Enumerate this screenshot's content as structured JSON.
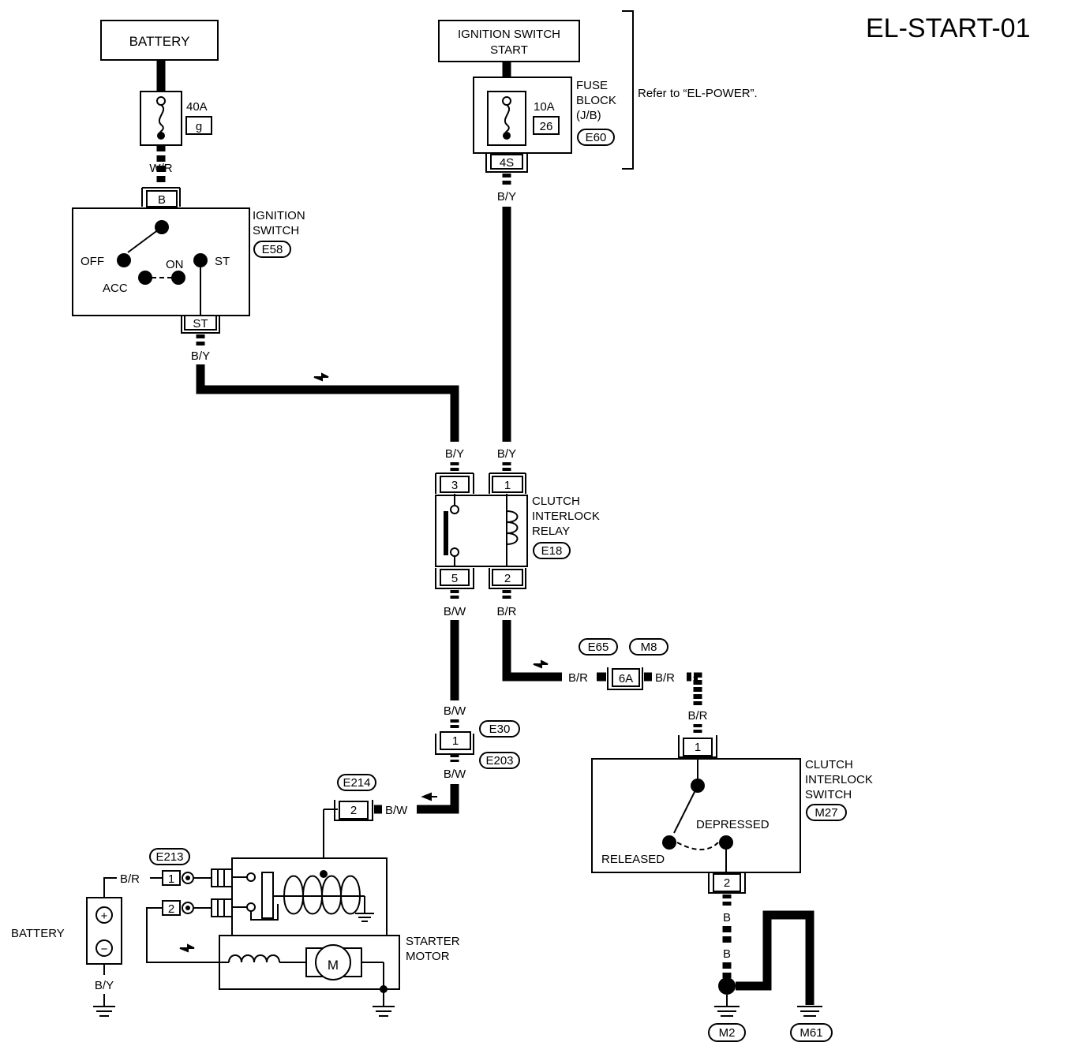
{
  "title": "EL-START-01",
  "components": {
    "battery_top": "BATTERY",
    "fuse_40a_rating": "40A",
    "fuse_40a_number": "g",
    "ign_switch_start": [
      "IGNITION SWITCH",
      "START"
    ],
    "fuse_block_label": [
      "FUSE",
      "BLOCK",
      "(J/B)"
    ],
    "fuse_10a_rating": "10A",
    "fuse_10a_number": "26",
    "fuse_block_connector": "E60",
    "fuse_block_pin": "4S",
    "refer_note": "Refer to “EL-POWER”.",
    "ignition_switch_label": [
      "IGNITION",
      "SWITCH"
    ],
    "ignition_switch_connector": "E58",
    "ignition_switch_pin_b": "B",
    "ignition_switch_pin_st": "ST",
    "ignition_positions": {
      "off": "OFF",
      "acc": "ACC",
      "on": "ON",
      "st": "ST"
    },
    "relay_label": [
      "CLUTCH",
      "INTERLOCK",
      "RELAY"
    ],
    "relay_connector": "E18",
    "relay_pins": {
      "p1": "1",
      "p2": "2",
      "p3": "3",
      "p5": "5"
    },
    "connector_e65": "E65",
    "connector_m8": "M8",
    "joint_6a": "6A",
    "connector_e30": "E30",
    "connector_e203": "E203",
    "joint_1": "1",
    "connector_e214": "E214",
    "starter_pin_2": "2",
    "connector_e213": "E213",
    "e213_pin_1": "1",
    "e213_pin_2": "2",
    "battery_bottom": "BATTERY",
    "battery_plus": "+",
    "battery_minus": "−",
    "starter_label": [
      "STARTER",
      "MOTOR"
    ],
    "motor_symbol": "M",
    "clutch_switch_label": [
      "CLUTCH",
      "INTERLOCK",
      "SWITCH"
    ],
    "clutch_switch_connector": "M27",
    "clutch_switch_pin_1": "1",
    "clutch_switch_pin_2": "2",
    "clutch_switch_depressed": "DEPRESSED",
    "clutch_switch_released": "RELEASED",
    "ground_m2": "M2",
    "ground_m61": "M61"
  },
  "wires": {
    "w_r": "W/R",
    "b_y": "B/Y",
    "b_w": "B/W",
    "b_r": "B/R",
    "b": "B"
  }
}
